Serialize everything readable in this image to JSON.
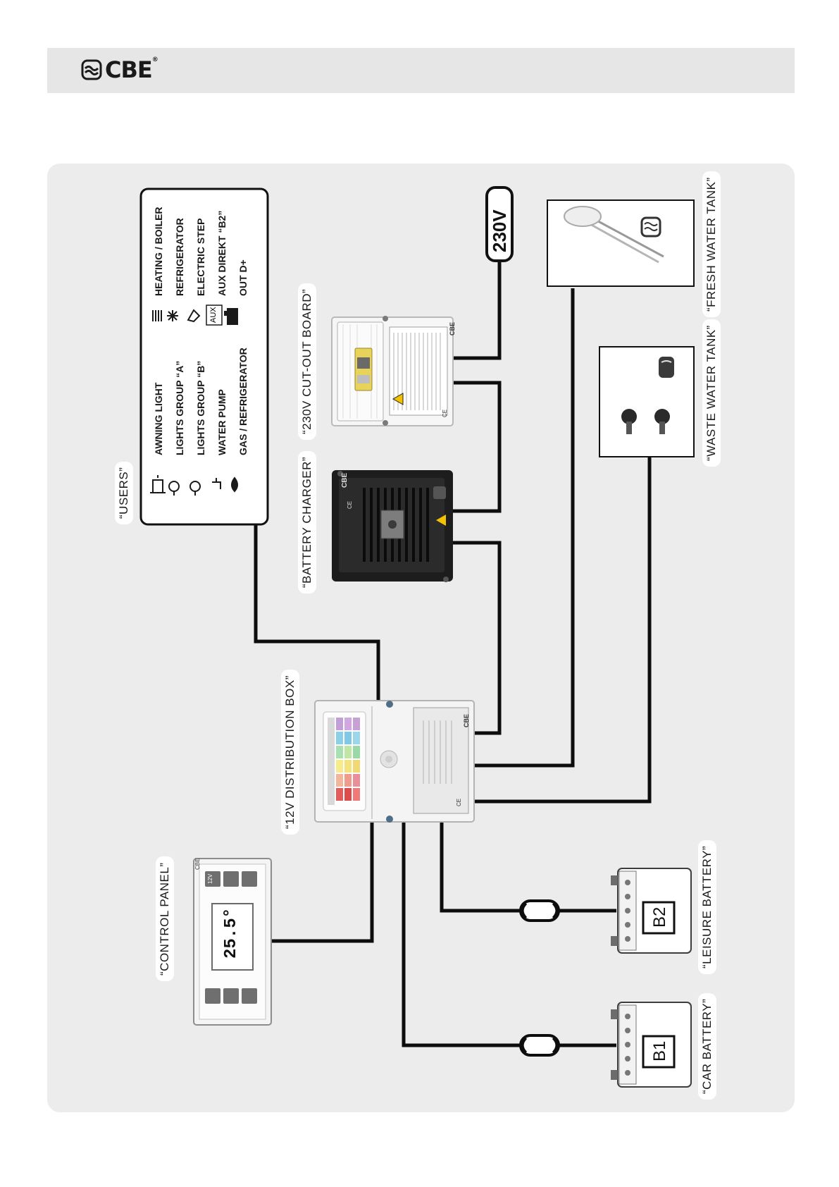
{
  "header": {
    "brand": "CBE",
    "brand_mark": "®"
  },
  "captions": {
    "users": "“USERS”",
    "cutout": "“230V CUT-OUT BOARD”",
    "charger": "“BATTERY CHARGER”",
    "distribution": "“12V DISTRIBUTION BOX”",
    "control_panel": "“CONTROL PANEL”",
    "fresh_tank": "“FRESH WATER TANK”",
    "waste_tank": "“WASTE WATER TANK”",
    "leisure_battery": "“LEISURE BATTERY”",
    "car_battery": "“CAR BATTERY”"
  },
  "users_left": [
    "AWNING LIGHT",
    "LIGHTS GROUP “A”",
    "LIGHTS GROUP “B”",
    "WATER PUMP",
    "GAS / REFRIGERATOR"
  ],
  "users_right": [
    "HEATING / BOILER",
    "REFRIGERATOR",
    "ELECTRIC STEP",
    "AUX DIREKT “B2”",
    "OUT D+"
  ],
  "users_icons_left": [
    "beacon-icon",
    "bulb-a-icon",
    "bulb-b-icon",
    "tap-icon",
    "flame-icon"
  ],
  "users_icons_right": [
    "radiator-icon",
    "snowflake-icon",
    "step-icon",
    "aux-icon",
    "battery-icon"
  ],
  "aux_box_label": "AUX",
  "voltage_label": "230V",
  "batteries": {
    "b1": "B1",
    "b2": "B2"
  },
  "control_panel": {
    "temperature": "25.5",
    "unit": "°",
    "brand": "CBE",
    "buttons": [
      "12V"
    ]
  },
  "distribution_box": {
    "brand": "CBE",
    "ce_mark": "CE"
  },
  "cutout_board": {
    "brand": "CBE",
    "ce_mark": "CE"
  },
  "charger": {
    "brand": "CBE",
    "ce_mark": "CE"
  },
  "colors": {
    "wire": "#0d0d0d",
    "panel_bg": "#ececec",
    "header_bg": "#e6e6e6"
  }
}
